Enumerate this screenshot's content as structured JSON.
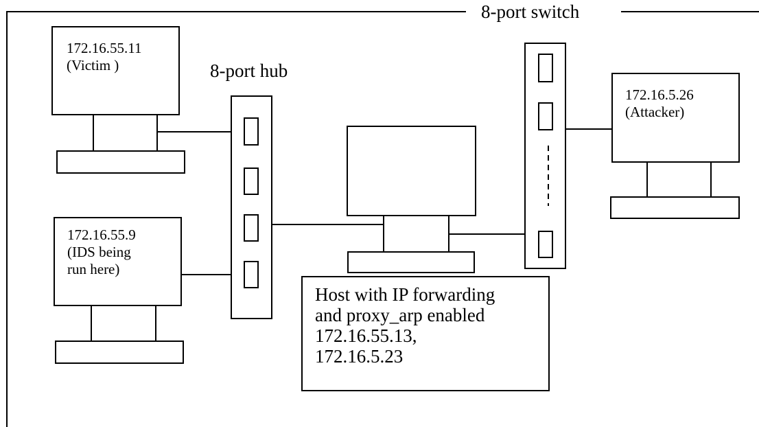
{
  "switch": {
    "label": "8-port switch"
  },
  "hub": {
    "label": "8-port hub"
  },
  "victim": {
    "ip": "172.16.55.11",
    "role": "(Victim )"
  },
  "ids": {
    "ip": "172.16.55.9",
    "role_line1": "(IDS being",
    "role_line2": "run here)"
  },
  "attacker": {
    "ip": "172.16.5.26",
    "role": "(Attacker)"
  },
  "proxy_host": {
    "line1": "Host with IP forwarding",
    "line2": "and proxy_arp enabled",
    "line3": "172.16.55.13,",
    "line4": "172.16.5.23"
  }
}
